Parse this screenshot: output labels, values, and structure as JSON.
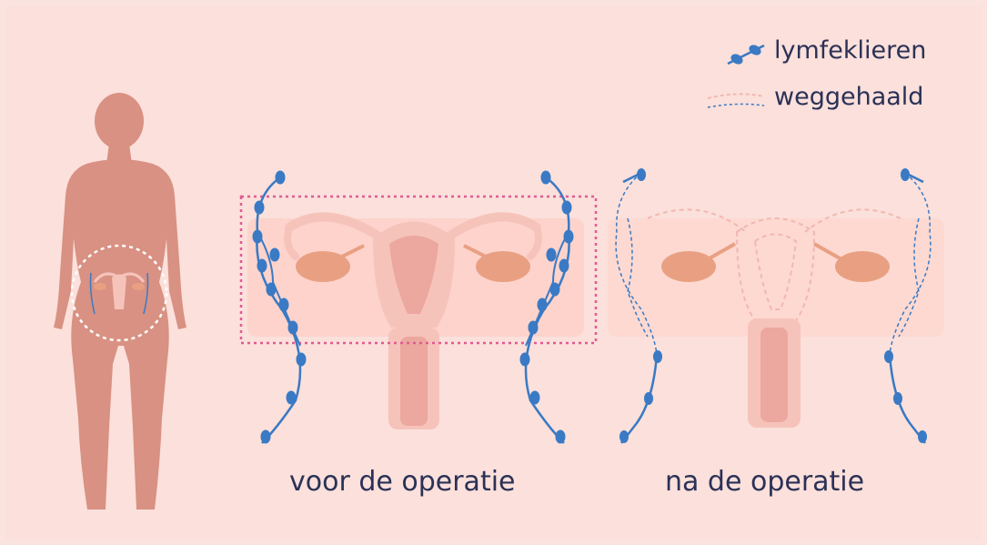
{
  "legend": {
    "lymph_nodes_label": "lymfeklieren",
    "removed_label": "weggehaald"
  },
  "captions": {
    "before": "voor de operatie",
    "after": "na de operatie"
  },
  "colors": {
    "background": "#fbe4e0",
    "panel": "#fdd9d2",
    "lymph_node_blue": "#3a7ac4",
    "body_silhouette": "#d89182",
    "uterus_light": "#f6c3bb",
    "uterus_mid": "#eca79e",
    "ovary": "#e9a082",
    "removal_box": "#e25a93",
    "text": "#2b3156"
  },
  "icons": {
    "lymph_node": "lymph-node-chain-icon",
    "removed": "dashed-removed-icon",
    "figure": "female-body-silhouette"
  }
}
